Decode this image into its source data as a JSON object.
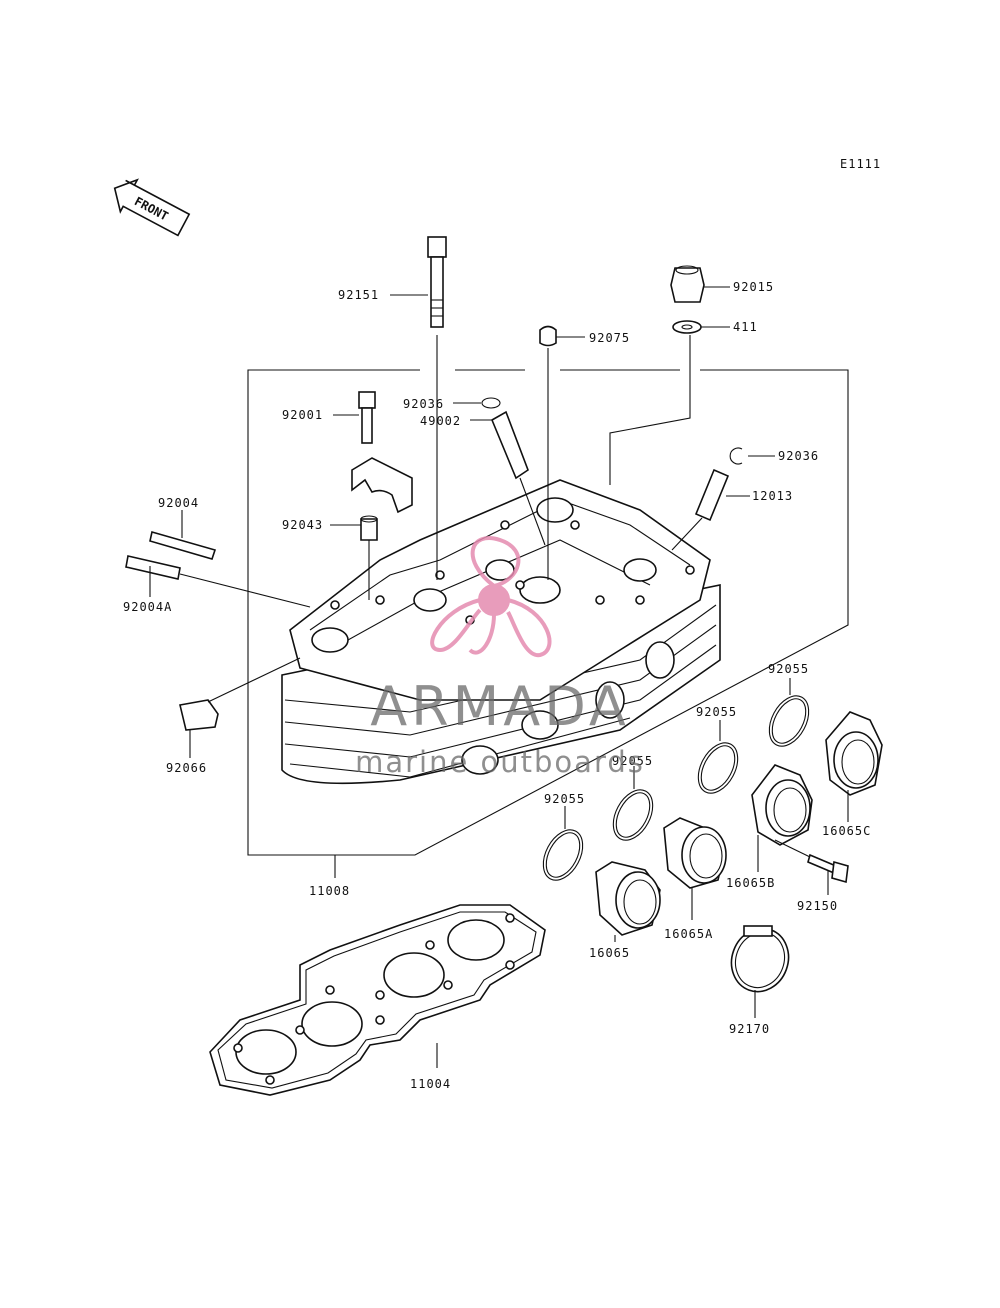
{
  "diagram_code": "E1111",
  "front_label": "FRONT",
  "watermark": {
    "brand": "ARMADA",
    "tagline": "marine outboards",
    "logo_color": "#e58bb0",
    "text_color": "#6a6a6a"
  },
  "part_labels": {
    "p92151": "92151",
    "p92036a": "92036",
    "p92001": "92001",
    "p49002": "49002",
    "p92075": "92075",
    "p92015": "92015",
    "p411": "411",
    "p92036b": "92036",
    "p12013": "12013",
    "p92004": "92004",
    "p92004A": "92004A",
    "p92043": "92043",
    "p92066": "92066",
    "p92055a": "92055",
    "p92055b": "92055",
    "p92055c": "92055",
    "p92055d": "92055",
    "p16065C": "16065C",
    "p16065B": "16065B",
    "p92150": "92150",
    "p16065A": "16065A",
    "p16065": "16065",
    "p11008": "11008",
    "p92170": "92170",
    "p11004": "11004"
  }
}
